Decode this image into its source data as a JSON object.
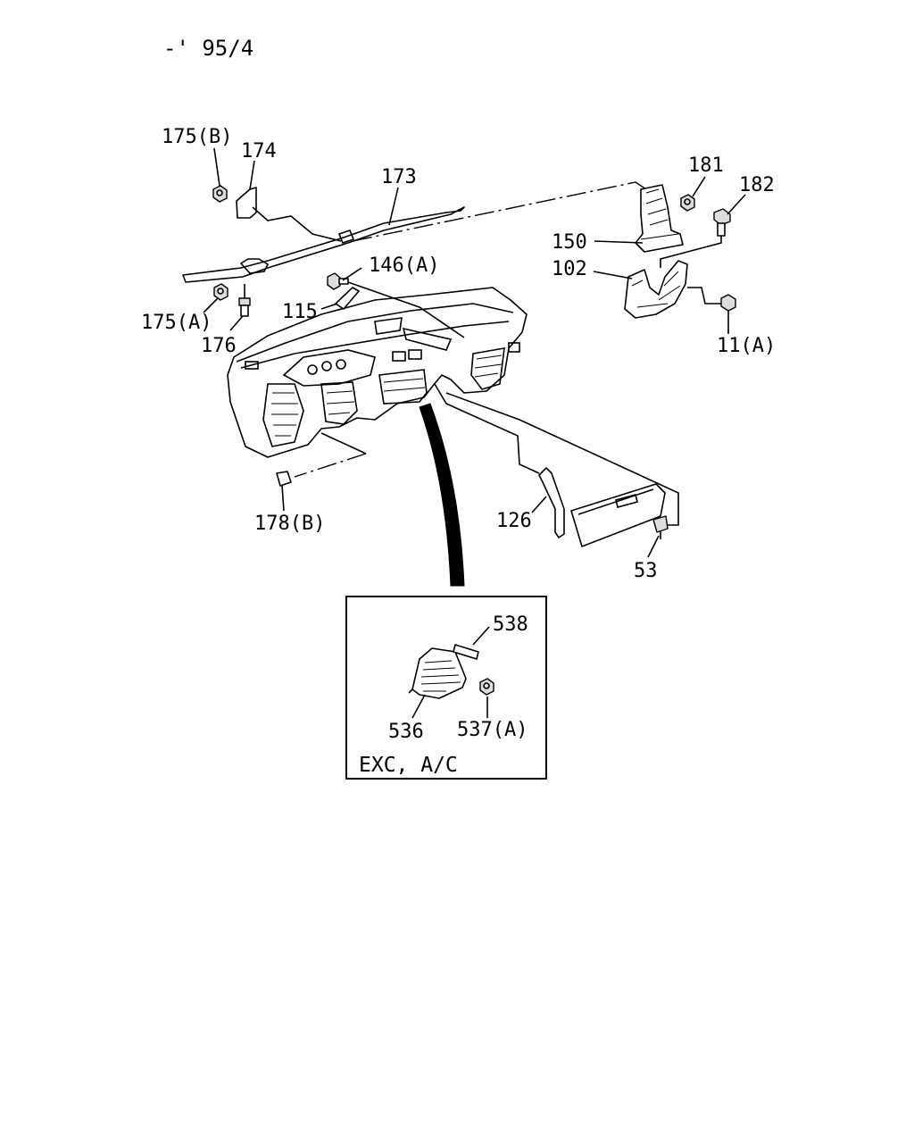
{
  "header": {
    "date_code": "-' 95/4"
  },
  "labels": {
    "p175b": "175(B)",
    "p174": "174",
    "p173": "173",
    "p181": "181",
    "p182": "182",
    "p150": "150",
    "p102": "102",
    "p146a": "146(A)",
    "p115": "115",
    "p175a": "175(A)",
    "p176": "176",
    "p11a": "11(A)",
    "p178b": "178(B)",
    "p126": "126",
    "p53": "53"
  },
  "inset": {
    "p538": "538",
    "p536": "536",
    "p537a": "537(A)",
    "caption": "EXC, A/C"
  }
}
